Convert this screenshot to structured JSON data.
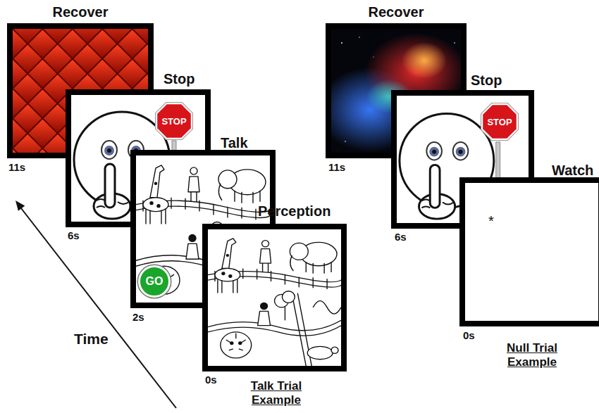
{
  "diagram": {
    "nodes": [
      {
        "text": [
          "Recover",
          "11s"
        ]
      },
      {
        "text": [
          "Stop",
          "6s"
        ]
      },
      {
        "text": [
          "STOP"
        ],
        "in": 1
      },
      {
        "text": [
          "Talk",
          "2s"
        ]
      },
      {
        "text": [
          "GO"
        ],
        "in": 3
      },
      {
        "text": [
          "Perception",
          "0s"
        ]
      },
      {
        "text": [
          "Recover",
          "11s"
        ]
      },
      {
        "text": [
          "Stop",
          "6s"
        ]
      },
      {
        "text": [
          "STOP"
        ],
        "in": 7
      },
      {
        "text": [
          "Watch",
          "0s"
        ]
      }
    ],
    "labels": [
      "*",
      "Time",
      "Talk Trial Example",
      "Null Trial Example"
    ]
  }
}
